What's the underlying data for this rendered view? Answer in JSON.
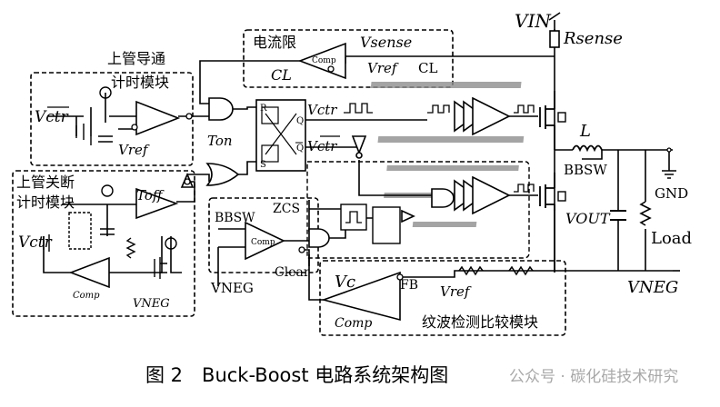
{
  "figure": {
    "caption": "图 2　Buck-Boost 电路系统架构图",
    "watermark": "公众号 · 碳化硅技术研究"
  },
  "blocks": {
    "current_limit": {
      "title": "电流限",
      "sense": "Vsense",
      "cl_out": "CL",
      "ref": "Vref",
      "cl_net": "CL",
      "comp": "Comp"
    },
    "high_side_on_timer": {
      "title_line1": "上管导通",
      "title_line2": "计时模块",
      "ctr": "Vctr",
      "ref": "Vref"
    },
    "high_side_off_timer": {
      "title_line1": "上管关断",
      "title_line2": "计时模块",
      "ctr": "Vctr",
      "toff": "Toff",
      "comp": "Comp",
      "vneg": "VNEG"
    },
    "logic": {
      "ton": "Ton",
      "r": "R",
      "s": "S",
      "q": "Q",
      "qbar": "Q",
      "vctr": "Vctr",
      "vctr_bar": "Vctr"
    },
    "zcs_block": {
      "bbsw": "BBSW",
      "zcs": "ZCS",
      "comp": "Comp",
      "clear": "Clear",
      "vneg": "VNEG"
    },
    "ripple_compare": {
      "vc": "Vc",
      "fb": "FB",
      "vref": "Vref",
      "comp": "Comp",
      "title": "纹波检测比较模块"
    }
  },
  "power_stage": {
    "vin": "VIN",
    "rsense": "Rsense",
    "inductor": "L",
    "bbsw": "BBSW",
    "vout": "VOUT",
    "gnd": "GND",
    "load": "Load",
    "vneg": "VNEG"
  }
}
